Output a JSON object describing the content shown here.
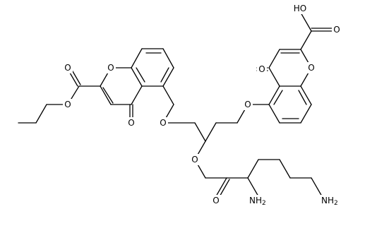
{
  "molecule": {
    "atom_labels": {
      "o_ring_left": "O",
      "o_ester_carbonyl": "O",
      "o_ester_ether": "O",
      "o_ketone_left": "O",
      "o_ether_left": "O",
      "o_ring_right": "O",
      "o_ketone_right": "O",
      "o_ether_right": "O",
      "o_acid_carbonyl": "O",
      "o_acid_oh": "HO",
      "o_lysyl_ester": "O",
      "o_lysyl_carbonyl": "O",
      "n_alpha_main": "NH",
      "n_alpha_sub": "2",
      "n_epsilon_main": "NH",
      "n_epsilon_sub": "2"
    }
  }
}
